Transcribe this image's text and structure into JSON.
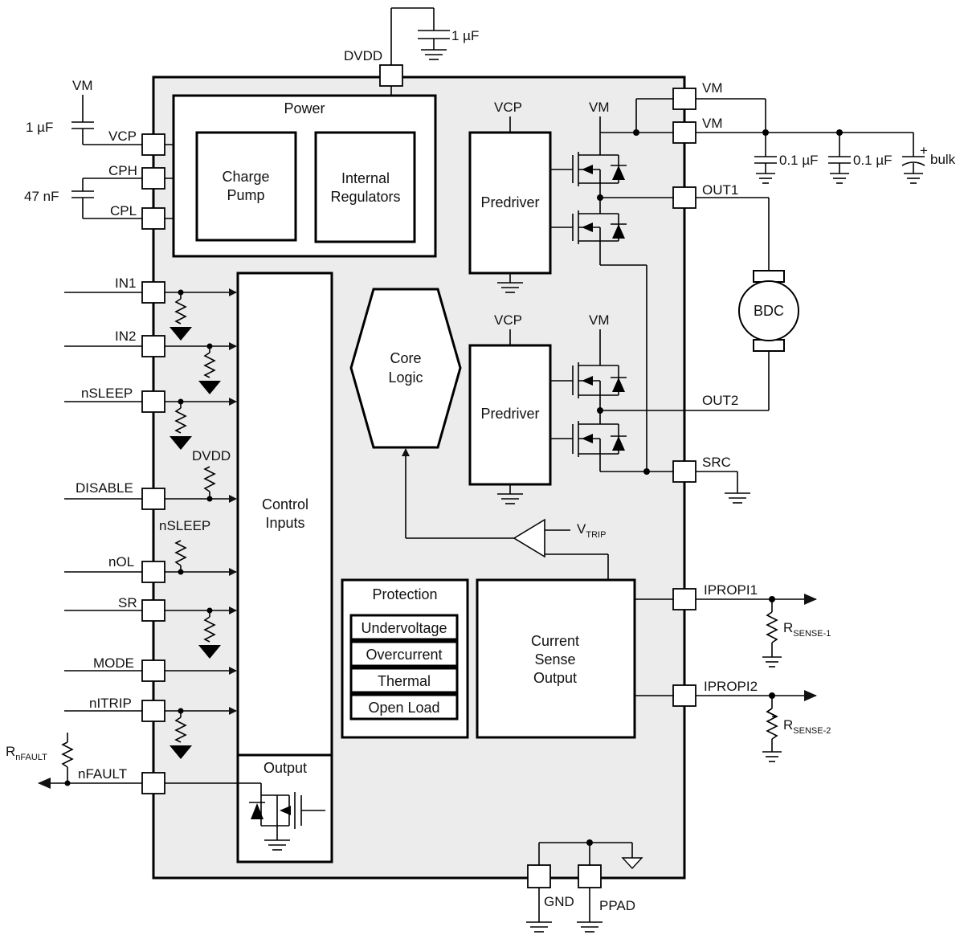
{
  "labels": {
    "dvdd_top": "DVDD",
    "cap_1uF_top": "1 µF",
    "vm_left": "VM",
    "cap_1uF_left": "1 µF",
    "vcp_pin": "VCP",
    "cph_pin": "CPH",
    "cap_47nF": "47 nF",
    "cpl_pin": "CPL",
    "power": "Power",
    "charge_pump_1": "Charge",
    "charge_pump_2": "Pump",
    "int_reg_1": "Internal",
    "int_reg_2": "Regulators",
    "vcp_pre1": "VCP",
    "vm_fet1": "VM",
    "predriver_1": "Predriver",
    "vcp_pre2": "VCP",
    "vm_fet2": "VM",
    "predriver_2": "Predriver",
    "vm_pin1": "VM",
    "vm_pin2": "VM",
    "cap_01uF_1": "0.1 µF",
    "cap_01uF_2": "0.1 µF",
    "bulk": "bulk",
    "bulk_plus": "+",
    "out1": "OUT1",
    "out2": "OUT2",
    "bdc": "BDC",
    "src": "SRC",
    "core_logic_1": "Core",
    "core_logic_2": "Logic",
    "in1": "IN1",
    "in2": "IN2",
    "nsleep": "nSLEEP",
    "dvdd_pullup": "DVDD",
    "disable": "DISABLE",
    "nsleep_pullup": "nSLEEP",
    "nol": "nOL",
    "sr": "SR",
    "mode": "MODE",
    "nitrip": "nITRIP",
    "nfault": "nFAULT",
    "rnfault_main": "R",
    "rnfault_sub": "nFAULT",
    "control_inputs_1": "Control",
    "control_inputs_2": "Inputs",
    "output": "Output",
    "vtrip_main": "V",
    "vtrip_sub": "TRIP",
    "protection": "Protection",
    "prot_items": [
      "Undervoltage",
      "Overcurrent",
      "Thermal",
      "Open Load"
    ],
    "cso_1": "Current",
    "cso_2": "Sense",
    "cso_3": "Output",
    "ipropi1": "IPROPI1",
    "ipropi2": "IPROPI2",
    "rsense1_main": "R",
    "rsense1_sub": "SENSE-1",
    "rsense2_main": "R",
    "rsense2_sub": "SENSE-2",
    "gnd": "GND",
    "ppad": "PPAD"
  }
}
